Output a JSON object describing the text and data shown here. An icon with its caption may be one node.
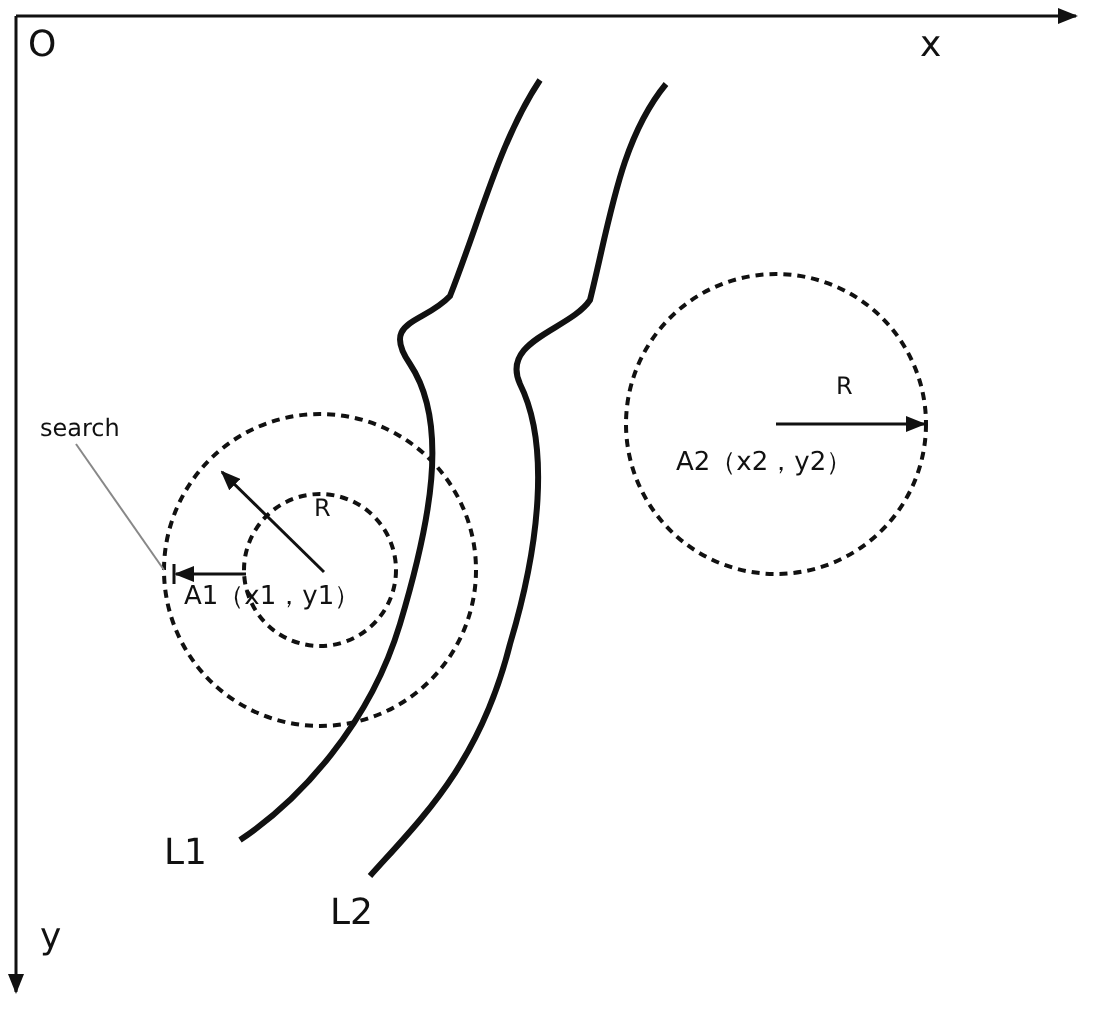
{
  "diagram": {
    "nodes": [
      {
        "text": [
          "search"
        ]
      },
      {
        "text": [],
        "shape": "circle"
      }
    ],
    "edges": [
      {
        "from": 0,
        "to": 1,
        "arrow": "none"
      }
    ],
    "labels": [
      "O",
      "x",
      "R",
      "A2（x2，y2）",
      "R",
      "A1（x1，y1）",
      "L1",
      "L2",
      "y"
    ]
  }
}
